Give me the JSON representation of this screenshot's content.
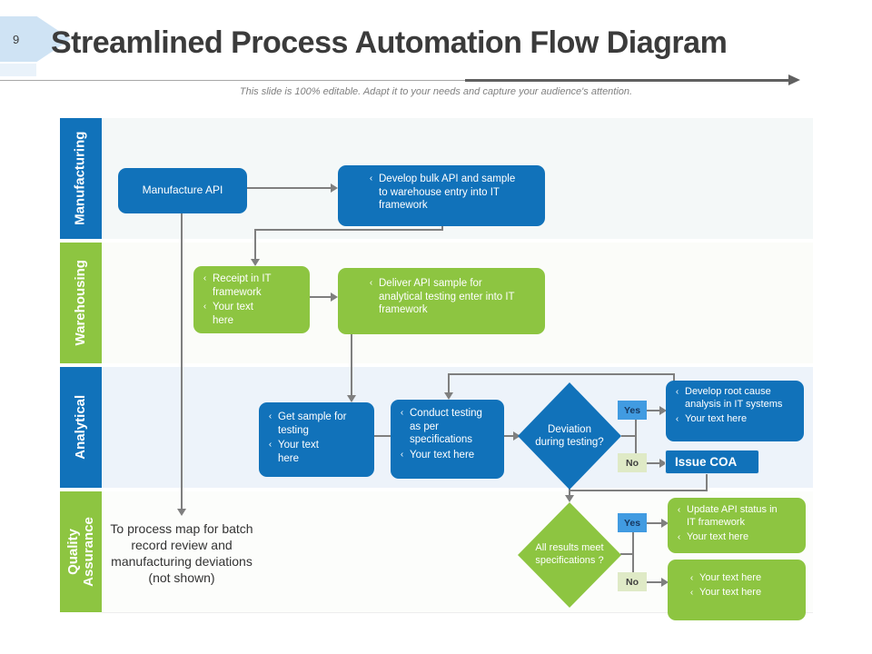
{
  "header": {
    "slide_number": "9",
    "title": "Streamlined Process Automation Flow Diagram",
    "subtitle": "This slide is 100% editable. Adapt it to your needs and capture your audience's attention."
  },
  "lanes": {
    "manufacturing": "Manufacturing",
    "warehousing": "Warehousing",
    "analytical": "Analytical",
    "quality_assurance": "Quality Assurance"
  },
  "ui": {
    "bullet": "‹",
    "yes": "Yes",
    "no": "No"
  },
  "nodes": {
    "manufacture_api": "Manufacture  API",
    "develop_bulk": "Develop  bulk API and sample to warehouse entry into IT framework",
    "receipt": {
      "b0": "Receipt in IT framework",
      "b1": "Your text here"
    },
    "deliver": "Deliver  API sample for analytical testing enter into IT framework",
    "get_sample": {
      "b0": "Get sample for testing",
      "b1": "Your text here"
    },
    "conduct": {
      "b0": "Conduct testing as per specifications",
      "b1": "Your text here"
    },
    "deviation_decision": "Deviation during testing?",
    "develop_root": {
      "b0": "Develop root cause analysis in IT systems",
      "b1": "Your text here"
    },
    "issue_coa": "Issue  COA",
    "results_decision": "All results meet specifications ?",
    "update_api": {
      "b0": "Update API  status in IT framework",
      "b1": "Your text here"
    },
    "placeholder": {
      "b0": "Your text here",
      "b1": "Your text here"
    },
    "qa_note": "To process map for batch record review  and manufacturing deviations (not shown)"
  },
  "colors": {
    "primary_blue": "#1172BA",
    "primary_green": "#8DC541",
    "yes_badge": "#419BE1",
    "no_badge": "#DFEAC6",
    "connector": "#7F7F7F",
    "badge_blue": "#CFE3F4"
  }
}
